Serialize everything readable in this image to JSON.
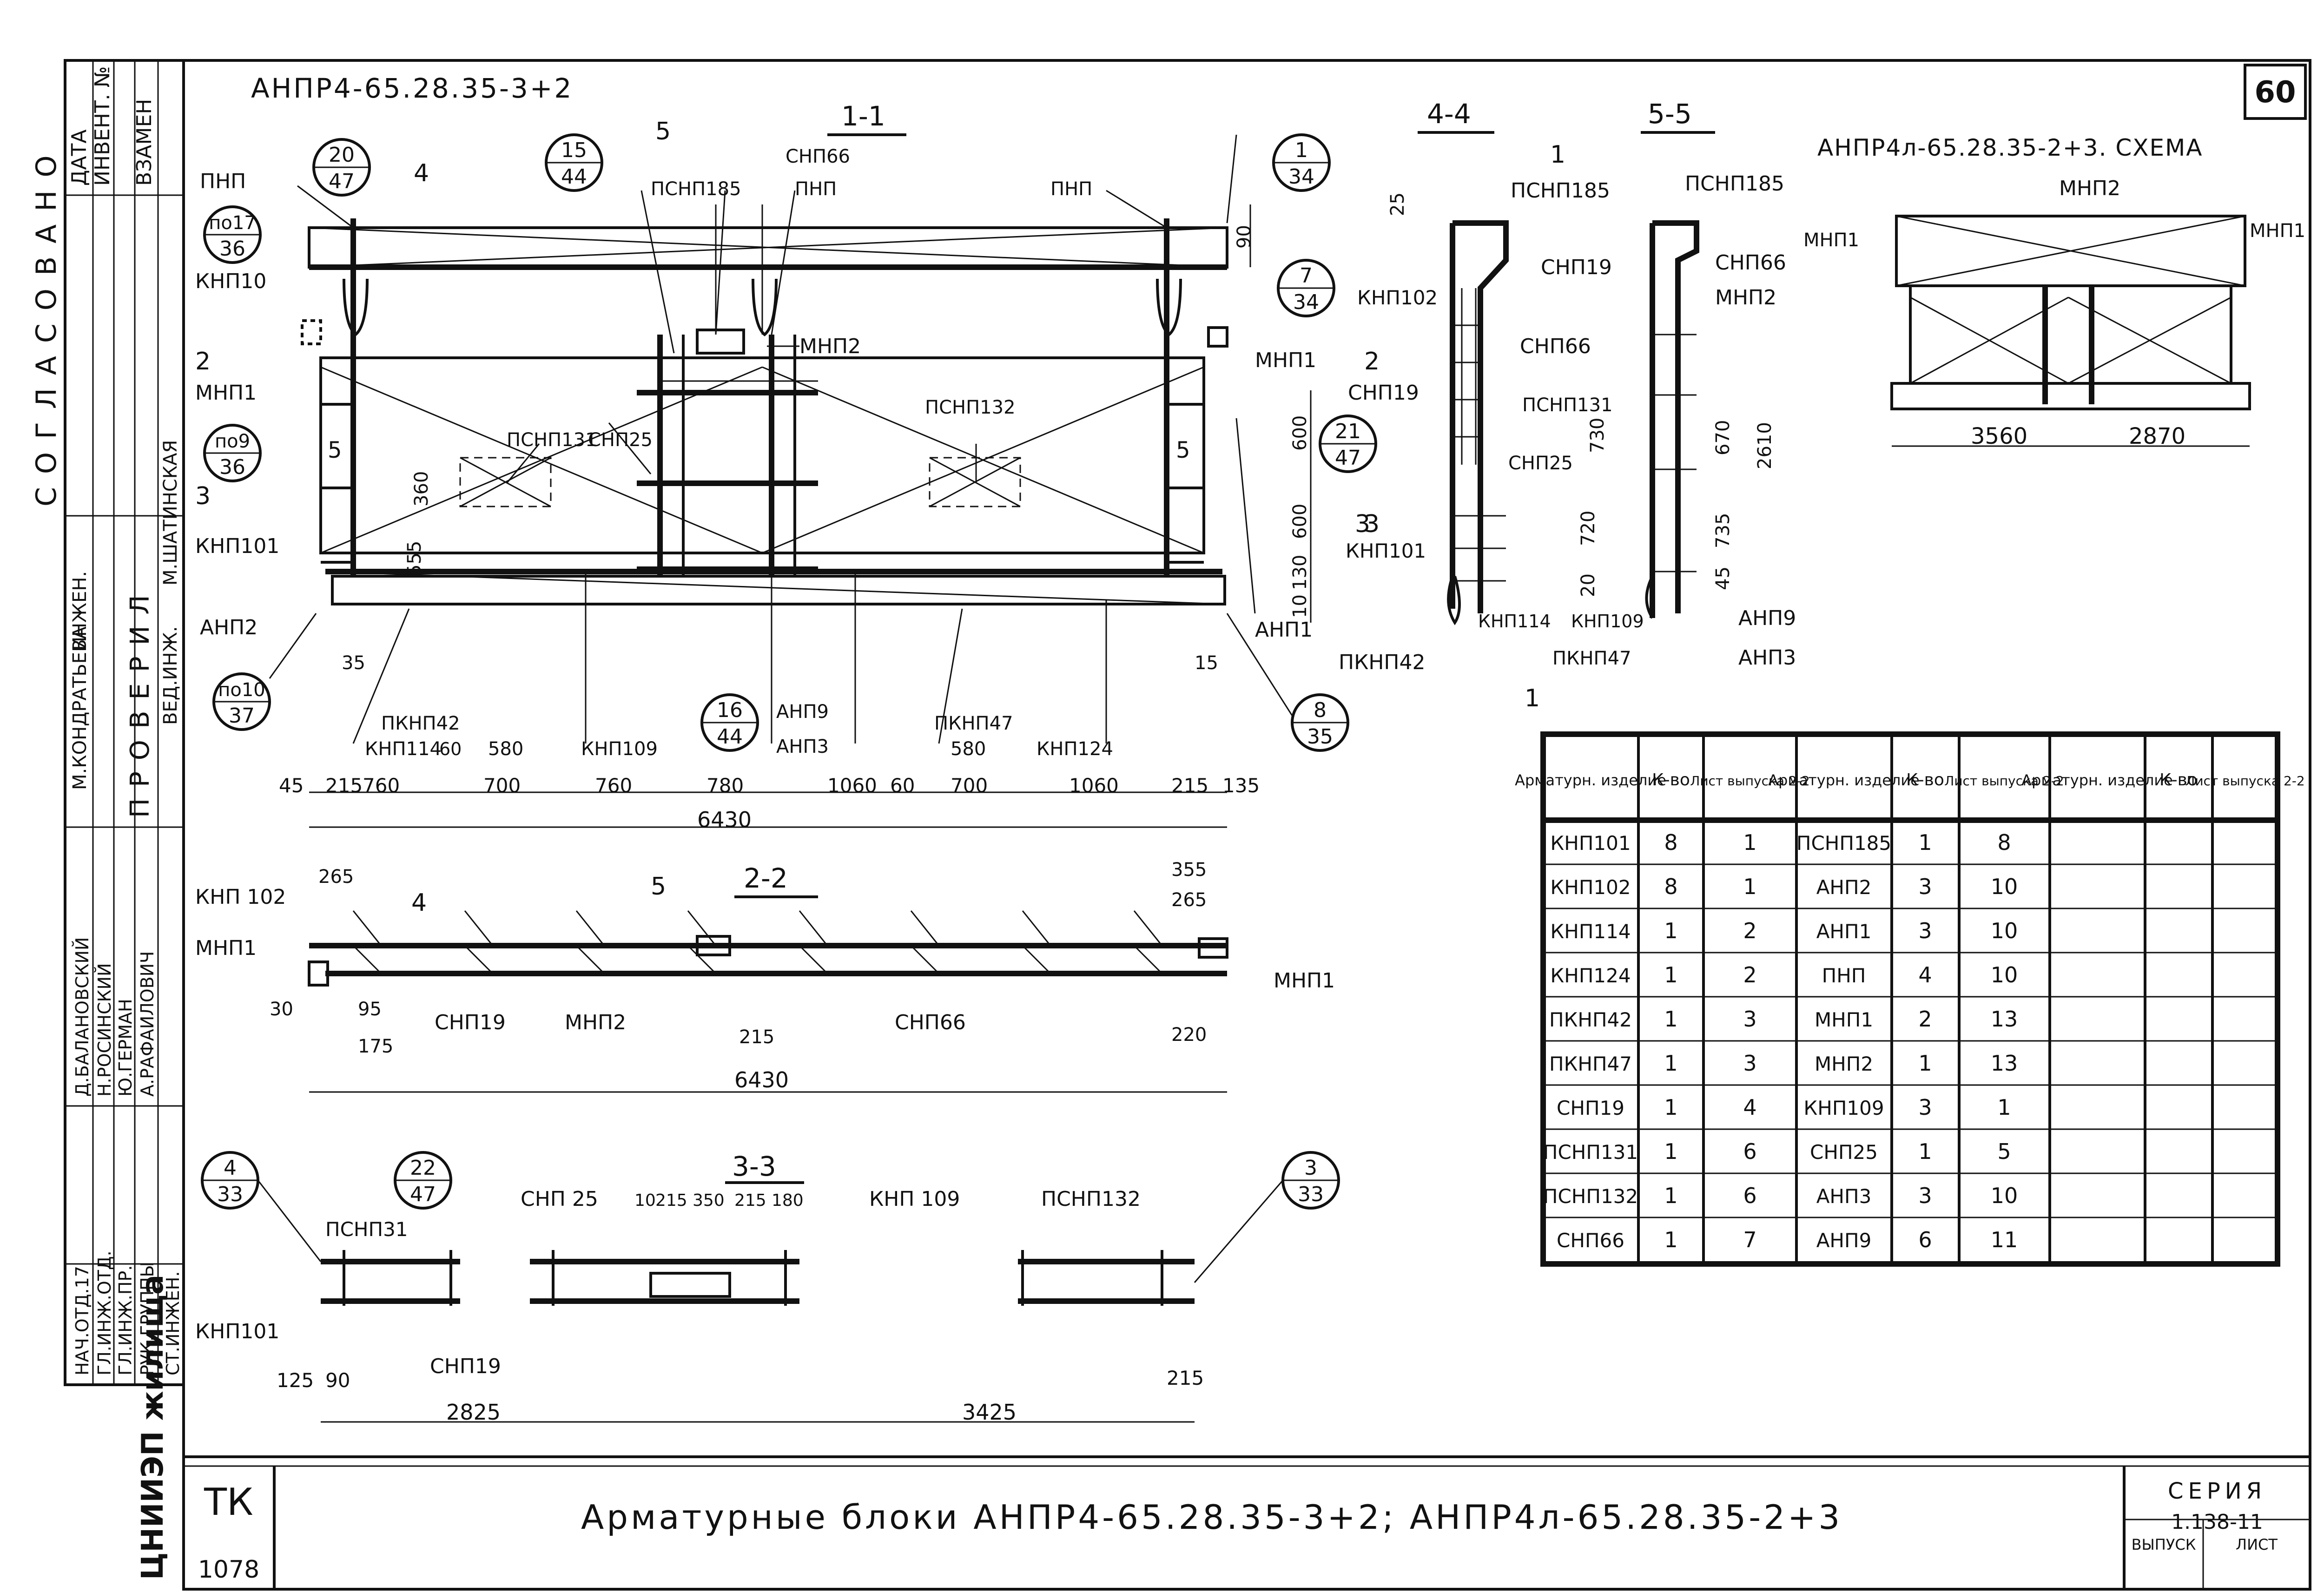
{
  "sheet": {
    "page_number": "60",
    "main_title": "Арматурные блоки АНПР4-65.28.35-3+2; АНПР4л-65.28.35-2+3",
    "series_label": "СЕРИЯ",
    "series_value": "1.138-11",
    "issue_label": "ВЫПУСК",
    "sheet_label": "ЛИСТ",
    "tk_code": "ТК",
    "tk_number": "1078",
    "org": "ЦНИИЭП жилища",
    "stamp_agreed": "СОГЛАСОВАНО",
    "stamp_checked": "ПРОВЕРИЛ",
    "left_cols": {
      "date": "ДАТА",
      "inv": "ИНВЕНТ. №",
      "replace": "ВЗАМЕН"
    },
    "sign_rows": [
      {
        "role": "НАЧ.ОТД.17",
        "name": "Д.БАЛАНОВСКИЙ"
      },
      {
        "role": "ГЛ.ИНЖ.ОТД.",
        "name": "Н.РОСИНСКИЙ"
      },
      {
        "role": "ГЛ.ИНЖ.ПР.",
        "name": "Ю.ГЕРМАН"
      },
      {
        "role": "РУК.ГРУППЫ",
        "name": "А.РАФАИЛОВИЧ"
      },
      {
        "role": "СТ.ИНЖЕН.",
        "name": ""
      }
    ],
    "checked_rows": [
      {
        "role": "ИНЖЕН.",
        "name": "М.КОНДРАТЬЕВА"
      },
      {
        "role": "ВЕД.ИНЖ.",
        "name": "М.ШАТИНСКАЯ"
      }
    ]
  },
  "view_main": {
    "title": "АНПР4-65.28.35-3+2",
    "section": "1-1",
    "labels": [
      "ПНП",
      "КНП10",
      "МНП1",
      "КНП101",
      "АНП2",
      "ПКНП42",
      "КНП114",
      "КНП109",
      "СНП25",
      "ПСНП131",
      "ПСНП185",
      "СНП66",
      "ПНП",
      "МНП2",
      "ПСНП132",
      "АНП9",
      "АНП3",
      "ПКНП47",
      "КНП124",
      "АНП1",
      "МНП1",
      "ПНП"
    ],
    "bubbles": [
      {
        "top": "20",
        "bottom": "47"
      },
      {
        "top": "по17",
        "bottom": "36"
      },
      {
        "top": "по9",
        "bottom": "36"
      },
      {
        "top": "15",
        "bottom": "44"
      },
      {
        "top": "1",
        "bottom": "34"
      },
      {
        "top": "7",
        "bottom": "34"
      },
      {
        "top": "21",
        "bottom": "47"
      },
      {
        "top": "по10",
        "bottom": "37"
      },
      {
        "top": "16",
        "bottom": "44"
      },
      {
        "top": "8",
        "bottom": "35"
      }
    ],
    "section_marks": [
      "4",
      "5",
      "2",
      "3",
      "5",
      "5",
      "2",
      "3"
    ],
    "dims_vert": [
      "90",
      "600",
      "600",
      "130",
      "10",
      "360",
      "555"
    ],
    "dims_small": [
      "35",
      "60",
      "15"
    ],
    "dims_chain": [
      "45",
      "215",
      "760",
      "700",
      "760",
      "780",
      "1060",
      "60",
      "700",
      "1060",
      "215",
      "135"
    ],
    "dims_sub": [
      "580",
      "580"
    ],
    "total": "6430"
  },
  "view_22": {
    "section": "2-2",
    "labels": [
      "КНП 102",
      "МНП1",
      "СНП19",
      "МНП2",
      "СНП66",
      "МНП1"
    ],
    "marks": [
      "4",
      "5"
    ],
    "dims": [
      "265",
      "355",
      "265",
      "30",
      "95",
      "175",
      "215",
      "220",
      "6430"
    ]
  },
  "view_33": {
    "section": "3-3",
    "labels": [
      "ПСНП31",
      "СНП 25",
      "КНП 109",
      "ПСНП132",
      "КНП101",
      "СНП19"
    ],
    "bubbles": [
      {
        "top": "4",
        "bottom": "33"
      },
      {
        "top": "22",
        "bottom": "47"
      },
      {
        "top": "3",
        "bottom": "33"
      }
    ],
    "dims_top": [
      "10",
      "215",
      "350",
      "215",
      "180"
    ],
    "dims_bottom": [
      "125",
      "90",
      "215",
      "2825",
      "3425"
    ]
  },
  "view_44": {
    "section": "4-4",
    "labels": [
      "ПСНП185",
      "КНП102",
      "СНП66",
      "СНП19",
      "ПСНП131",
      "СНП25",
      "КНП101",
      "КНП114",
      "КНП109",
      "ПКНП42",
      "ПКНП47"
    ],
    "marks": [
      "1",
      "3",
      "1"
    ],
    "dims": [
      "25",
      "730",
      "720",
      "20"
    ]
  },
  "view_55": {
    "section": "5-5",
    "labels": [
      "ПСНП185",
      "СНП19",
      "СНП66",
      "МНП2",
      "АНП9",
      "АНП3"
    ],
    "dims": [
      "670",
      "735",
      "45",
      "2610"
    ]
  },
  "view_scheme": {
    "title": "АНПР4л-65.28.35-2+3. СХЕМА",
    "labels": [
      "МНП1",
      "МНП2",
      "МНП1"
    ],
    "dims": [
      "3560",
      "2870"
    ]
  },
  "table": {
    "headers": [
      "Арматурн. изделие",
      "К-во",
      "Лист выпуска 2-2",
      "Арматурн. изделие",
      "К-во",
      "Лист выпуска 2-2",
      "Арматурн. изделие",
      "К-во",
      "Лист выпуска 2-2"
    ],
    "rows": [
      [
        "КНП101",
        "8",
        "1",
        "ПСНП185",
        "1",
        "8"
      ],
      [
        "КНП102",
        "8",
        "1",
        "АНП2",
        "3",
        "10"
      ],
      [
        "КНП114",
        "1",
        "2",
        "АНП1",
        "3",
        "10"
      ],
      [
        "КНП124",
        "1",
        "2",
        "ПНП",
        "4",
        "10"
      ],
      [
        "ПКНП42",
        "1",
        "3",
        "МНП1",
        "2",
        "13"
      ],
      [
        "ПКНП47",
        "1",
        "3",
        "МНП2",
        "1",
        "13"
      ],
      [
        "СНП19",
        "1",
        "4",
        "КНП109",
        "3",
        "1"
      ],
      [
        "ПСНП131",
        "1",
        "6",
        "СНП25",
        "1",
        "5"
      ],
      [
        "ПСНП132",
        "1",
        "6",
        "АНП3",
        "3",
        "10"
      ],
      [
        "СНП66",
        "1",
        "7",
        "АНП9",
        "6",
        "11"
      ]
    ]
  }
}
